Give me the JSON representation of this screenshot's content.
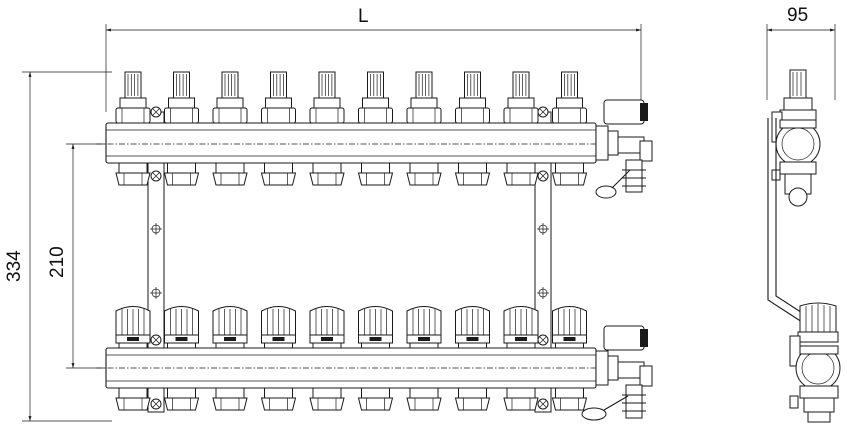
{
  "dimensions": {
    "length_label": "L",
    "depth_label": "95",
    "total_height_label": "334",
    "axis_spacing_label": "210"
  },
  "drawing": {
    "circuits": 10
  }
}
